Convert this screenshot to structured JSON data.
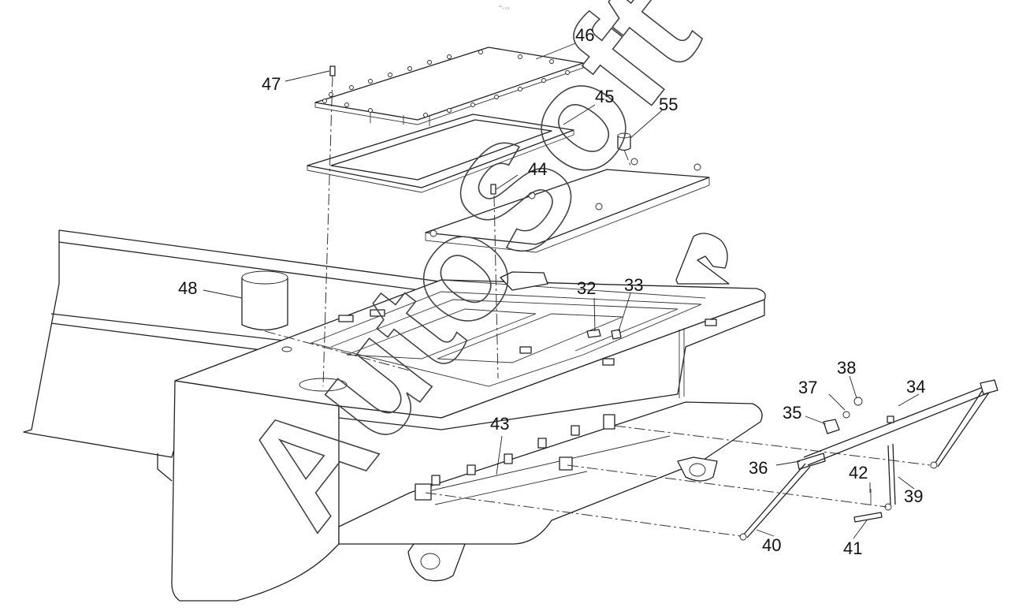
{
  "header_text": "°°₃ ₃₃₃",
  "watermark": "AutoSoft",
  "parts": [
    {
      "id": "p46",
      "label": "46"
    },
    {
      "id": "p47",
      "label": "47"
    },
    {
      "id": "p45",
      "label": "45"
    },
    {
      "id": "p55",
      "label": "55"
    },
    {
      "id": "p44",
      "label": "44"
    },
    {
      "id": "p48",
      "label": "48"
    },
    {
      "id": "p32",
      "label": "32"
    },
    {
      "id": "p33",
      "label": "33"
    },
    {
      "id": "p38",
      "label": "38"
    },
    {
      "id": "p37",
      "label": "37"
    },
    {
      "id": "p34",
      "label": "34"
    },
    {
      "id": "p35",
      "label": "35"
    },
    {
      "id": "p43",
      "label": "43"
    },
    {
      "id": "p36",
      "label": "36"
    },
    {
      "id": "p42",
      "label": "42"
    },
    {
      "id": "p39",
      "label": "39"
    },
    {
      "id": "p40",
      "label": "40"
    },
    {
      "id": "p41",
      "label": "41"
    }
  ]
}
